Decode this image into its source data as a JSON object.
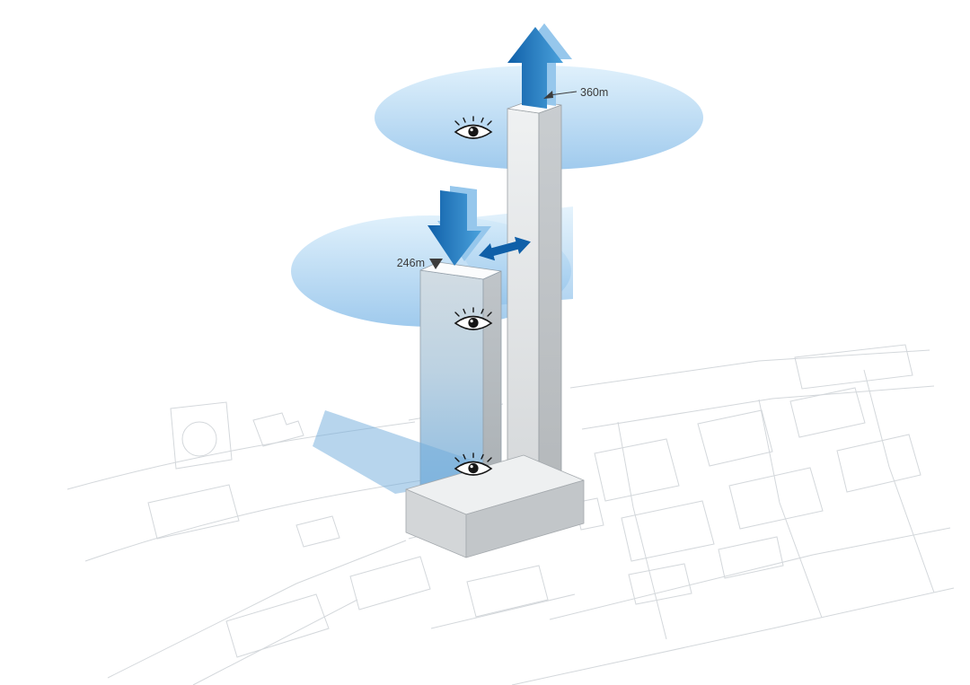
{
  "diagram": {
    "type": "architectural-axonometric-massing-diagram",
    "annotations": {
      "tall_tower_height": "360m",
      "short_tower_height": "246m"
    },
    "towers": [
      {
        "name": "tall-tower",
        "height_label": "360m"
      },
      {
        "name": "short-tower",
        "height_label": "246m"
      }
    ],
    "icons": {
      "eye": "view-point-eye-icon",
      "up_arrow": "upward-flow-arrow-icon",
      "down_arrow": "downward-flow-arrow-icon",
      "double_arrow": "bidirectional-exchange-arrow-icon"
    },
    "colors": {
      "arrow_blue_dark": "#0f5fa8",
      "arrow_blue_light": "#4ba2dc",
      "arrow_blue_ghost": "#96c7ec",
      "view_plane_blue": "#9cc9ec",
      "view_cone_blue": "#6fabdb",
      "tower_face_gray": "#e4e7e9",
      "tower_side_gray": "#bfc4c7",
      "label_ink": "#3c3c3c",
      "map_line": "#ccd1d5"
    }
  }
}
